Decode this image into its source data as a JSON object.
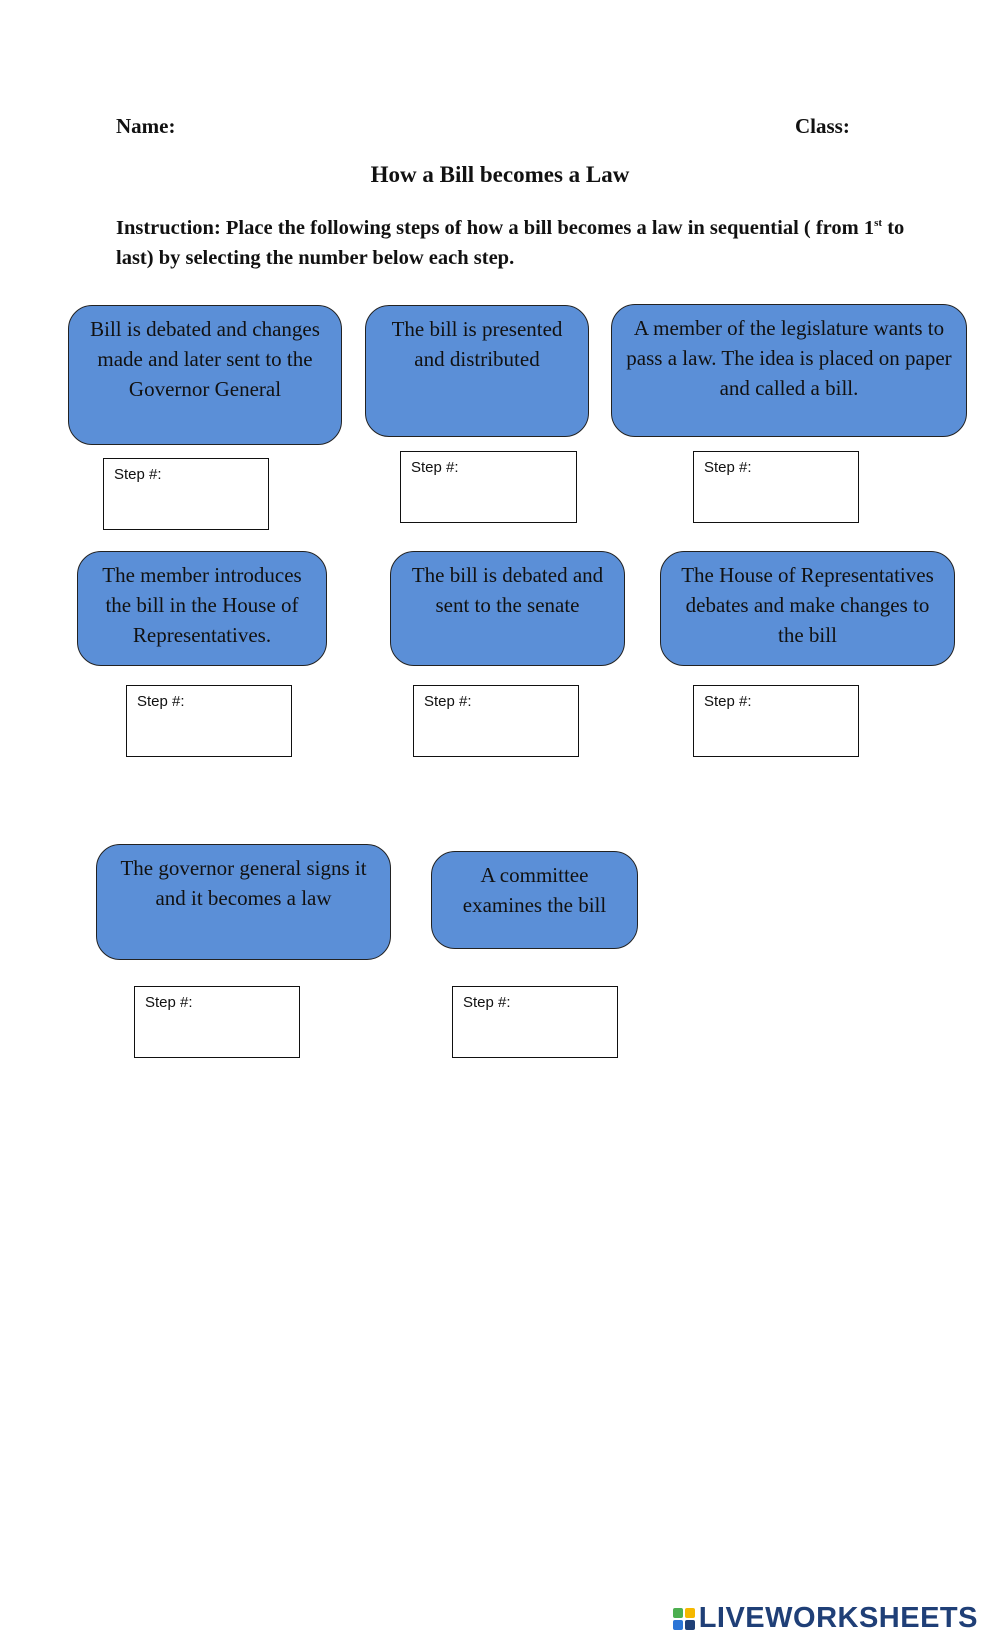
{
  "header": {
    "name_label": "Name:",
    "class_label": "Class:"
  },
  "title": "How a Bill becomes a Law",
  "instruction": {
    "part1": "Instruction: Place the following steps of how a bill becomes a law in sequential ( from 1",
    "sup": "st",
    "part2": " to last) by selecting the number below each step."
  },
  "cards": [
    {
      "text": "Bill is debated and changes made and later sent to the Governor General",
      "step_label": "Step #:"
    },
    {
      "text": "The bill is presented and distributed",
      "step_label": "Step #:"
    },
    {
      "text": "A member of the legislature wants to pass a law. The idea is placed on paper and called a bill.",
      "step_label": "Step #:"
    },
    {
      "text": "The member introduces the bill in the House of Representatives.",
      "step_label": "Step #:"
    },
    {
      "text": "The bill is debated and sent to the senate",
      "step_label": "Step #:"
    },
    {
      "text": "The House of Representatives debates and make changes to the bill",
      "step_label": "Step #:"
    },
    {
      "text": "The governor general signs it and it becomes a law",
      "step_label": "Step #:"
    },
    {
      "text": "A committee examines the bill",
      "step_label": "Step #:"
    }
  ],
  "footer": {
    "logo_text": "LIVEWORKSHEETS"
  },
  "colors": {
    "card_fill": "#5b8fd7",
    "logo": "#1f3f77"
  }
}
